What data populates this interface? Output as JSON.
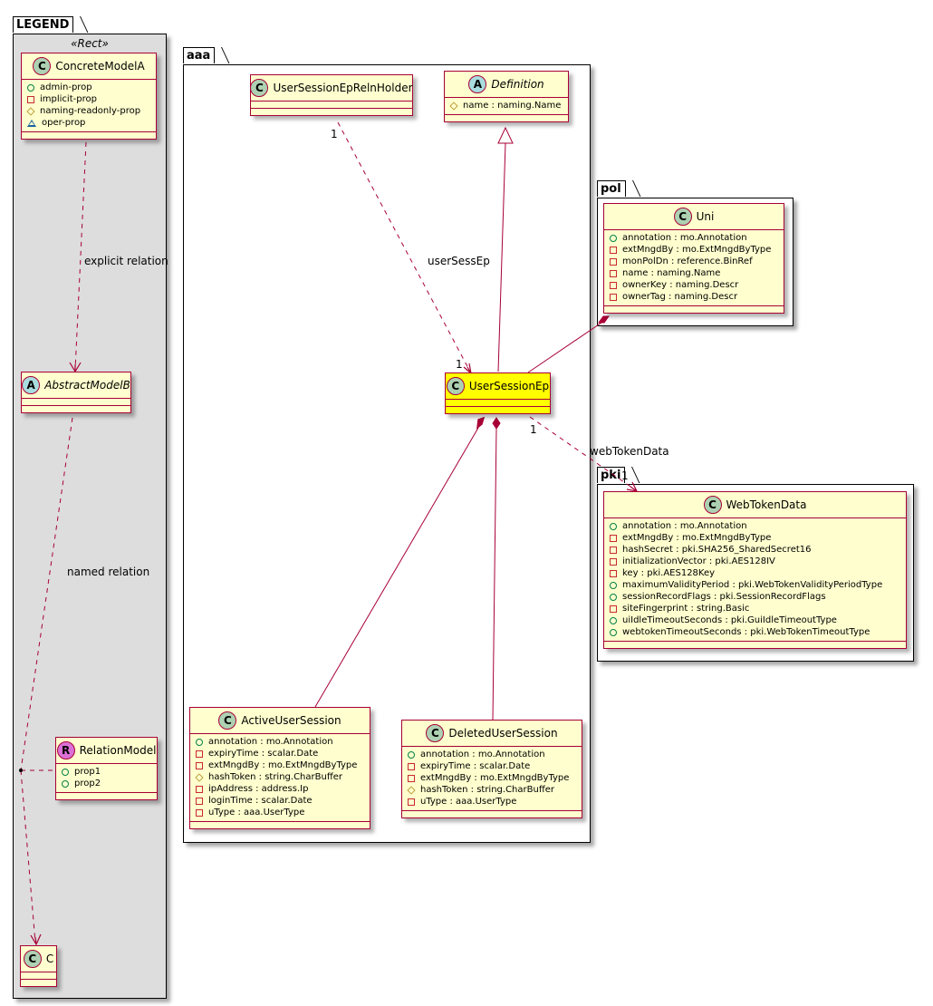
{
  "packages": {
    "legend": {
      "name": "LEGEND",
      "stereotype": "«Rect»"
    },
    "aaa": {
      "name": "aaa"
    },
    "pol": {
      "name": "pol"
    },
    "pki": {
      "name": "pki"
    }
  },
  "classes": {
    "concreteModelA": {
      "badge": "C",
      "name": "ConcreteModelA",
      "attrs": [
        {
          "vis": "public",
          "text": "admin-prop"
        },
        {
          "vis": "private",
          "text": "implicit-prop"
        },
        {
          "vis": "protected",
          "text": "naming-readonly-prop"
        },
        {
          "vis": "package",
          "text": "oper-prop"
        }
      ]
    },
    "abstractModelB": {
      "badge": "A",
      "name": "AbstractModelB",
      "attrs": []
    },
    "relationModel": {
      "badge": "R",
      "name": "RelationModel",
      "attrs": [
        {
          "vis": "public",
          "text": "prop1"
        },
        {
          "vis": "public",
          "text": "prop2"
        }
      ]
    },
    "c": {
      "badge": "C",
      "name": "C",
      "attrs": []
    },
    "userSessionEpRelnHolder": {
      "badge": "C",
      "name": "UserSessionEpRelnHolder",
      "attrs": []
    },
    "definition": {
      "badge": "A",
      "name": "Definition",
      "attrs": [
        {
          "vis": "protected",
          "text": "name : naming.Name"
        }
      ]
    },
    "userSessionEp": {
      "badge": "C",
      "name": "UserSessionEp",
      "attrs": []
    },
    "uni": {
      "badge": "C",
      "name": "Uni",
      "attrs": [
        {
          "vis": "public",
          "text": "annotation : mo.Annotation"
        },
        {
          "vis": "private",
          "text": "extMngdBy : mo.ExtMngdByType"
        },
        {
          "vis": "private",
          "text": "monPolDn : reference.BinRef"
        },
        {
          "vis": "private",
          "text": "name : naming.Name"
        },
        {
          "vis": "private",
          "text": "ownerKey : naming.Descr"
        },
        {
          "vis": "private",
          "text": "ownerTag : naming.Descr"
        }
      ]
    },
    "webTokenData": {
      "badge": "C",
      "name": "WebTokenData",
      "attrs": [
        {
          "vis": "public",
          "text": "annotation : mo.Annotation"
        },
        {
          "vis": "private",
          "text": "extMngdBy : mo.ExtMngdByType"
        },
        {
          "vis": "private",
          "text": "hashSecret : pki.SHA256_SharedSecret16"
        },
        {
          "vis": "private",
          "text": "initializationVector : pki.AES128IV"
        },
        {
          "vis": "private",
          "text": "key : pki.AES128Key"
        },
        {
          "vis": "public",
          "text": "maximumValidityPeriod : pki.WebTokenValidityPeriodType"
        },
        {
          "vis": "public",
          "text": "sessionRecordFlags : pki.SessionRecordFlags"
        },
        {
          "vis": "private",
          "text": "siteFingerprint : string.Basic"
        },
        {
          "vis": "public",
          "text": "uiIdleTimeoutSeconds : pki.GuiIdleTimeoutType"
        },
        {
          "vis": "public",
          "text": "webtokenTimeoutSeconds : pki.WebTokenTimeoutType"
        }
      ]
    },
    "activeUserSession": {
      "badge": "C",
      "name": "ActiveUserSession",
      "attrs": [
        {
          "vis": "public",
          "text": "annotation : mo.Annotation"
        },
        {
          "vis": "private",
          "text": "expiryTime : scalar.Date"
        },
        {
          "vis": "private",
          "text": "extMngdBy : mo.ExtMngdByType"
        },
        {
          "vis": "protected",
          "text": "hashToken : string.CharBuffer"
        },
        {
          "vis": "private",
          "text": "ipAddress : address.Ip"
        },
        {
          "vis": "private",
          "text": "loginTime : scalar.Date"
        },
        {
          "vis": "private",
          "text": "uType : aaa.UserType"
        }
      ]
    },
    "deletedUserSession": {
      "badge": "C",
      "name": "DeletedUserSession",
      "attrs": [
        {
          "vis": "public",
          "text": "annotation : mo.Annotation"
        },
        {
          "vis": "private",
          "text": "expiryTime : scalar.Date"
        },
        {
          "vis": "private",
          "text": "extMngdBy : mo.ExtMngdByType"
        },
        {
          "vis": "protected",
          "text": "hashToken : string.CharBuffer"
        },
        {
          "vis": "private",
          "text": "uType : aaa.UserType"
        }
      ]
    }
  },
  "relations": {
    "explicit": {
      "label": "explicit relation"
    },
    "named": {
      "label": "named relation"
    },
    "userSessEp": {
      "label": "userSessEp",
      "source_mult": "1",
      "target_mult": "1"
    },
    "webTokenData": {
      "label": "webTokenData",
      "source_mult": "1",
      "target_mult": "1"
    }
  },
  "colors": {
    "class_fill": "#FEFECE",
    "class_border": "#A80036",
    "highlight_fill": "#FFFF00",
    "legend_fill": "#DDDDDD",
    "badge_class": "#ADD1B2",
    "badge_abstract": "#A9DCDF",
    "badge_relation": "#DA70D6"
  }
}
